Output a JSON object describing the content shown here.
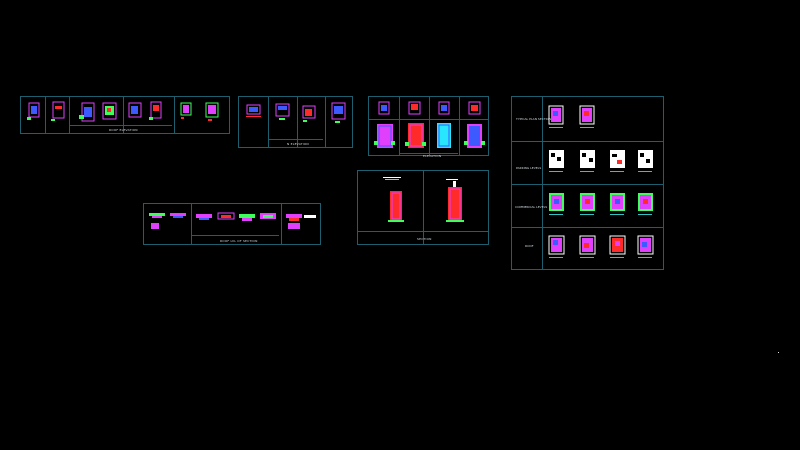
{
  "sheets": {
    "roof_elevation": {
      "title": "ROOF ELEVATION"
    },
    "elevation": {
      "title": "N ELEVATION"
    },
    "elevation_set": {
      "title": "ELEVATION"
    },
    "roof_section": {
      "title": "ROOF LVL OF SECTION"
    },
    "section": {
      "title": "SECTION"
    },
    "plans": {
      "rows": [
        {
          "label": "TYPICAL PLAN SECTION"
        },
        {
          "label": "PARKING LEVELS"
        },
        {
          "label": "COMMERCIAL LEVELS"
        },
        {
          "label": "ROOF"
        }
      ]
    }
  },
  "colors": {
    "frame": "#1d5f6e",
    "magenta": "#e040fb",
    "red": "#ff2a2a",
    "green": "#3cff5a",
    "cyan": "#29e6ff",
    "white": "#ffffff",
    "blue": "#3d5afe",
    "yellow": "#ffe600"
  }
}
